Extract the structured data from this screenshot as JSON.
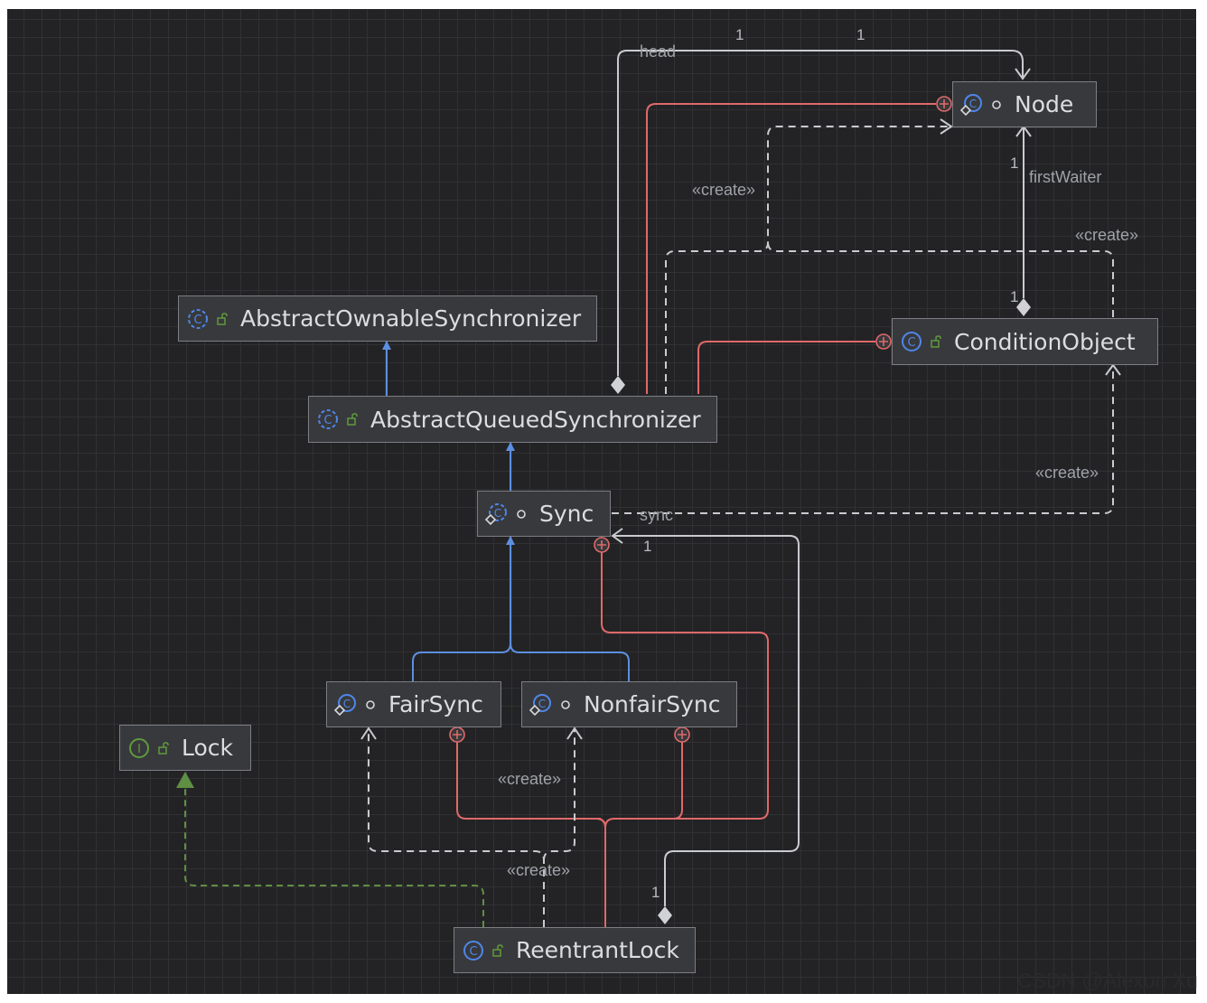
{
  "diagram": {
    "classes": {
      "node": {
        "name": "Node",
        "kind": "static-class",
        "modifier": "package-private"
      },
      "aos": {
        "name": "AbstractOwnableSynchronizer",
        "kind": "abstract-class",
        "modifier": "public"
      },
      "aqs": {
        "name": "AbstractQueuedSynchronizer",
        "kind": "abstract-class",
        "modifier": "public"
      },
      "cond": {
        "name": "ConditionObject",
        "kind": "class",
        "modifier": "public"
      },
      "sync": {
        "name": "Sync",
        "kind": "static-abstract-class",
        "modifier": "package-private"
      },
      "fair": {
        "name": "FairSync",
        "kind": "static-class",
        "modifier": "package-private"
      },
      "nonfair": {
        "name": "NonfairSync",
        "kind": "static-class",
        "modifier": "package-private"
      },
      "lock": {
        "name": "Lock",
        "kind": "interface",
        "modifier": "public"
      },
      "reentrant": {
        "name": "ReentrantLock",
        "kind": "class",
        "modifier": "public"
      }
    },
    "labels": {
      "head": "head",
      "first_waiter": "firstWaiter",
      "sync": "sync",
      "create": "«create»",
      "one": "1"
    },
    "relations": [
      {
        "from": "AbstractQueuedSynchronizer",
        "to": "AbstractOwnableSynchronizer",
        "type": "extends"
      },
      {
        "from": "Sync",
        "to": "AbstractQueuedSynchronizer",
        "type": "extends"
      },
      {
        "from": "FairSync",
        "to": "Sync",
        "type": "extends"
      },
      {
        "from": "NonfairSync",
        "to": "Sync",
        "type": "extends"
      },
      {
        "from": "ReentrantLock",
        "to": "Lock",
        "type": "implements"
      },
      {
        "from": "AbstractQueuedSynchronizer",
        "to": "Node",
        "type": "aggregation",
        "label": "head",
        "multiplicity": "1"
      },
      {
        "from": "ConditionObject",
        "to": "Node",
        "type": "aggregation",
        "label": "firstWaiter",
        "multiplicity": "1"
      },
      {
        "from": "ReentrantLock",
        "to": "Sync",
        "type": "aggregation",
        "label": "sync",
        "multiplicity": "1"
      },
      {
        "from": "AbstractQueuedSynchronizer",
        "to": "Node",
        "type": "inner-class"
      },
      {
        "from": "AbstractQueuedSynchronizer",
        "to": "ConditionObject",
        "type": "inner-class"
      },
      {
        "from": "ReentrantLock",
        "to": "Sync",
        "type": "inner-class"
      },
      {
        "from": "ReentrantLock",
        "to": "FairSync",
        "type": "inner-class"
      },
      {
        "from": "ReentrantLock",
        "to": "NonfairSync",
        "type": "inner-class"
      },
      {
        "from": "AbstractQueuedSynchronizer",
        "to": "Node",
        "type": "create",
        "label": "«create»"
      },
      {
        "from": "ConditionObject",
        "to": "Node",
        "type": "create",
        "label": "«create»"
      },
      {
        "from": "Sync",
        "to": "ConditionObject",
        "type": "create",
        "label": "«create»"
      },
      {
        "from": "ReentrantLock",
        "to": "FairSync",
        "type": "create",
        "label": "«create»"
      },
      {
        "from": "ReentrantLock",
        "to": "NonfairSync",
        "type": "create",
        "label": "«create»"
      }
    ]
  },
  "colors": {
    "canvas": "#232325",
    "grid": "#313134",
    "node_fill": "#38393c",
    "node_border": "#7c7e83",
    "node_text": "#dcdde0",
    "generalization": "#5c8fe0",
    "realization": "#5f8f43",
    "inner_class": "#e06969",
    "association": "#c9cbcf",
    "class_icon": "#4f86e8",
    "interface_icon": "#5f9a3d",
    "modifier_public": "#5f9a3d"
  },
  "icons": {
    "class": "class-c-icon",
    "abstract_class": "abstract-class-c-icon",
    "interface": "interface-i-icon",
    "public_modifier": "unlocked-padlock-icon",
    "package_modifier": "package-private-circle-icon"
  },
  "watermark": "CSDN @Alexon Xu"
}
